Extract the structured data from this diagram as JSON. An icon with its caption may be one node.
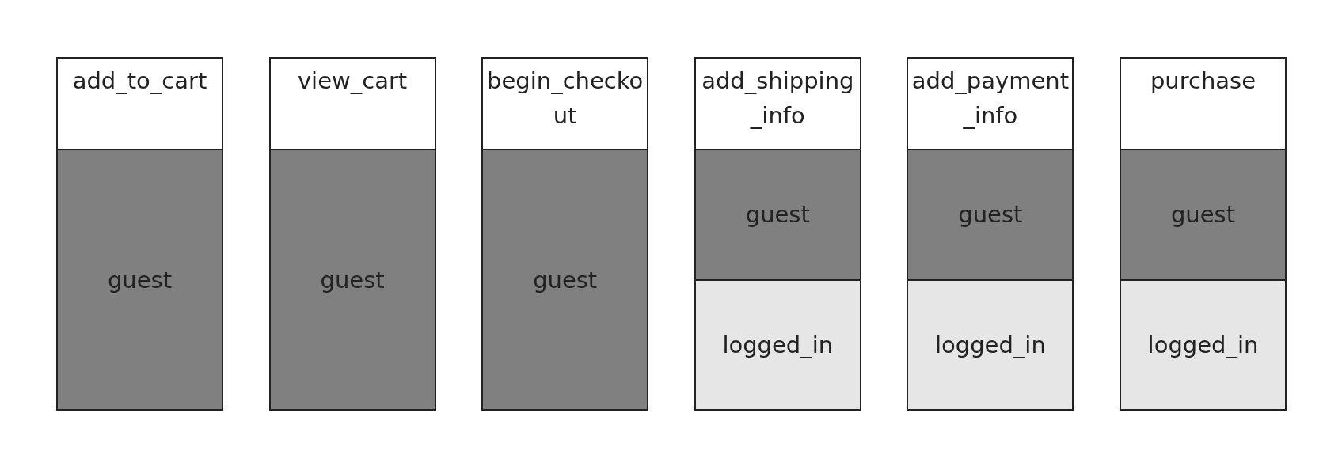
{
  "diagram": {
    "nodes": [
      {
        "text": [
          "add_to_cart"
        ]
      },
      {
        "text": [
          "guest"
        ],
        "in": 0
      },
      {
        "text": [
          "view_cart"
        ]
      },
      {
        "text": [
          "guest"
        ],
        "in": 2
      },
      {
        "text": [
          "begin_checkout"
        ]
      },
      {
        "text": [
          "guest"
        ],
        "in": 4
      },
      {
        "text": [
          "add_shipping_info"
        ]
      },
      {
        "text": [
          "guest"
        ],
        "in": 6
      },
      {
        "text": [
          "logged_in"
        ],
        "in": 6
      },
      {
        "text": [
          "add_payment_info"
        ]
      },
      {
        "text": [
          "guest"
        ],
        "in": 9
      },
      {
        "text": [
          "logged_in"
        ],
        "in": 9
      },
      {
        "text": [
          "purchase"
        ]
      },
      {
        "text": [
          "guest"
        ],
        "in": 12
      },
      {
        "text": [
          "logged_in"
        ],
        "in": 12
      }
    ]
  }
}
